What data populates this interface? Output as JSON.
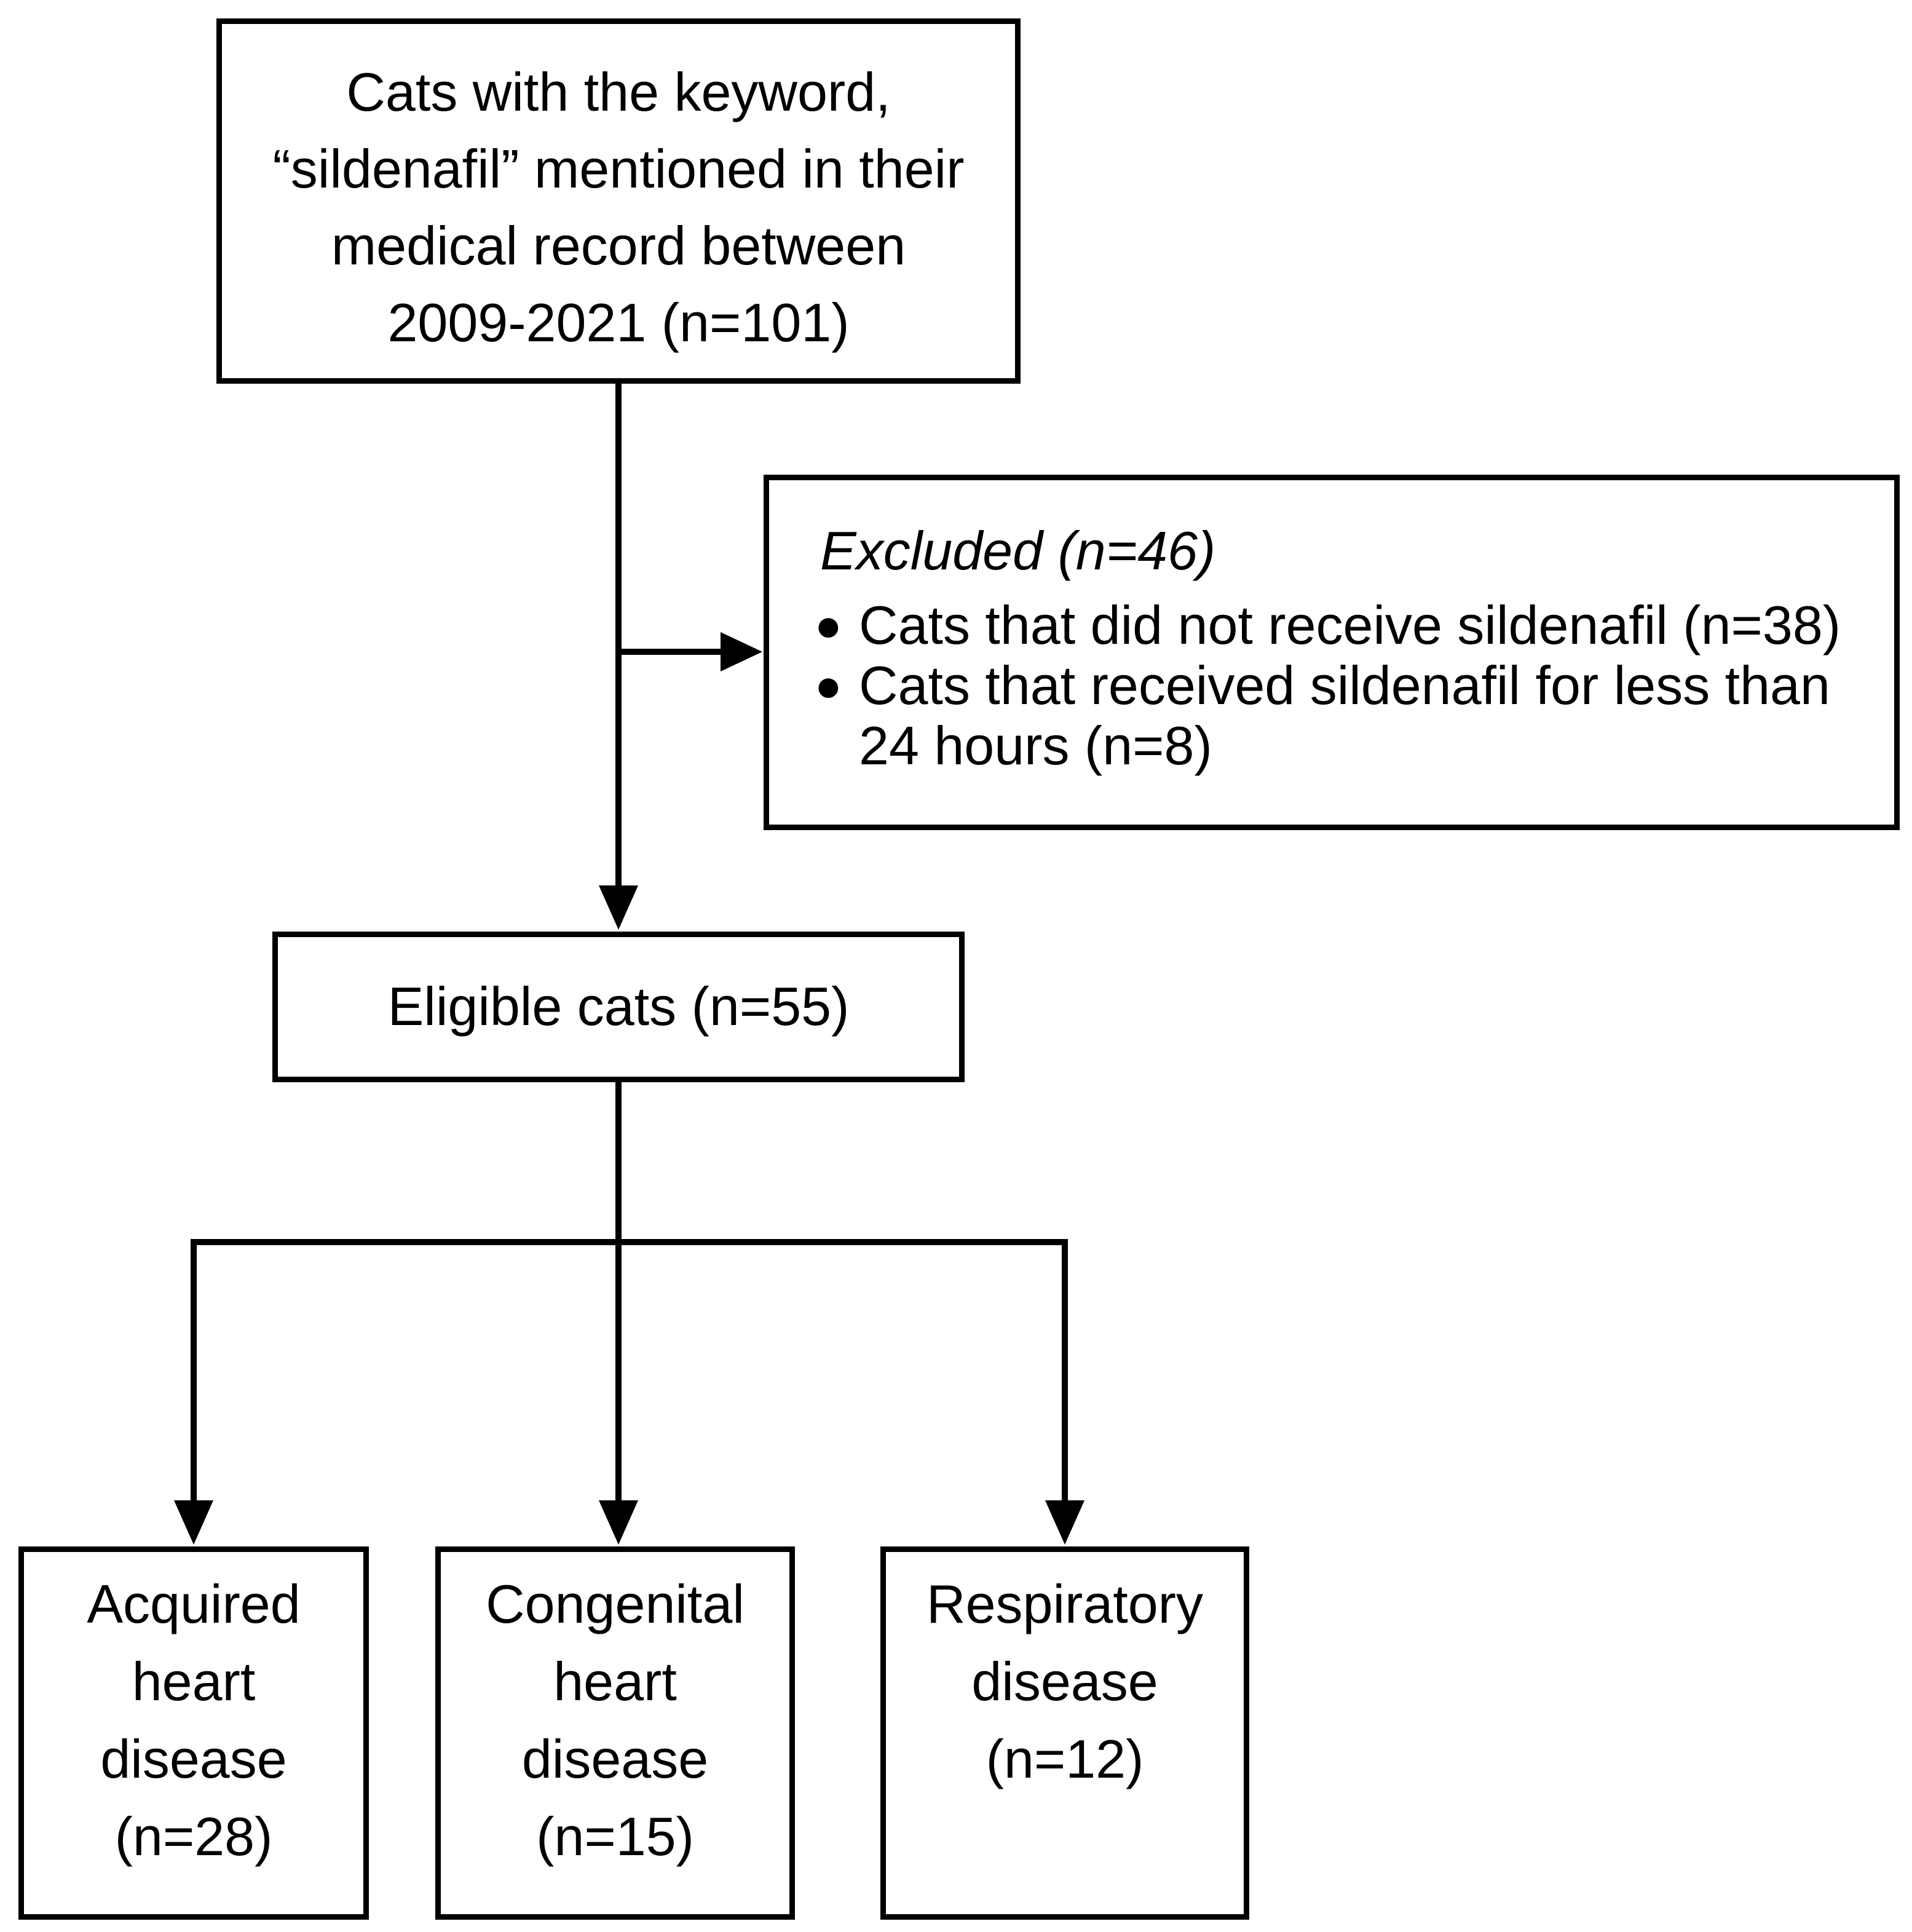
{
  "diagram": {
    "background": "#ffffff",
    "ink": "#000000",
    "source_box": {
      "lines": [
        "Cats with the keyword,",
        "“sildenafil” mentioned in their",
        "medical record between",
        "2009-2021 (n=101)"
      ]
    },
    "excluded_box": {
      "heading": "Excluded (n=46)",
      "bullets": [
        {
          "marker": "●",
          "lines": [
            "Cats that did not receive sildenafil (n=38)"
          ]
        },
        {
          "marker": "●",
          "lines": [
            "Cats that received sildenafil for less than",
            "24 hours (n=8)"
          ]
        }
      ]
    },
    "eligible_box": {
      "label": "Eligible cats (n=55)"
    },
    "outcome_boxes": [
      {
        "lines": [
          "Acquired",
          "heart",
          "disease",
          "(n=28)"
        ]
      },
      {
        "lines": [
          "Congenital",
          "heart",
          "disease",
          "(n=15)"
        ]
      },
      {
        "lines": [
          "Respiratory",
          "disease",
          "(n=12)"
        ]
      }
    ]
  }
}
